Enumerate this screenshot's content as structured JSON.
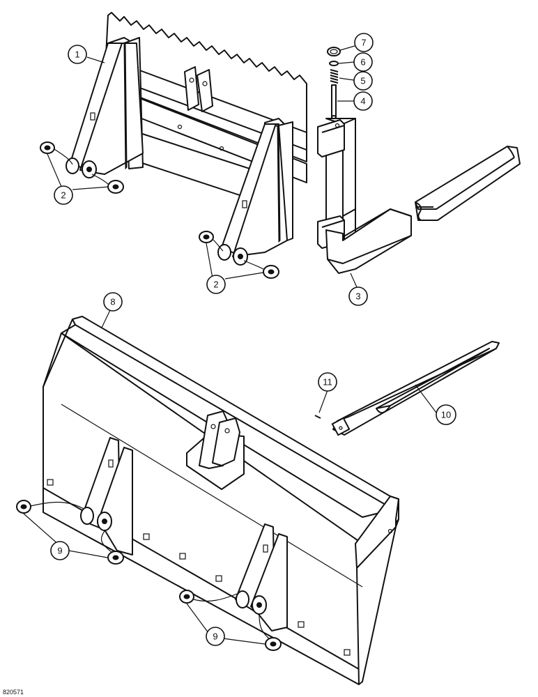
{
  "figure_code": "820571",
  "callouts": {
    "c1": "1",
    "c2a": "2",
    "c2b": "2",
    "c3": "3",
    "c4": "4",
    "c5": "5",
    "c6": "6",
    "c7": "7",
    "c8": "8",
    "c9a": "9",
    "c9b": "9",
    "c10": "10",
    "c11": "11"
  }
}
